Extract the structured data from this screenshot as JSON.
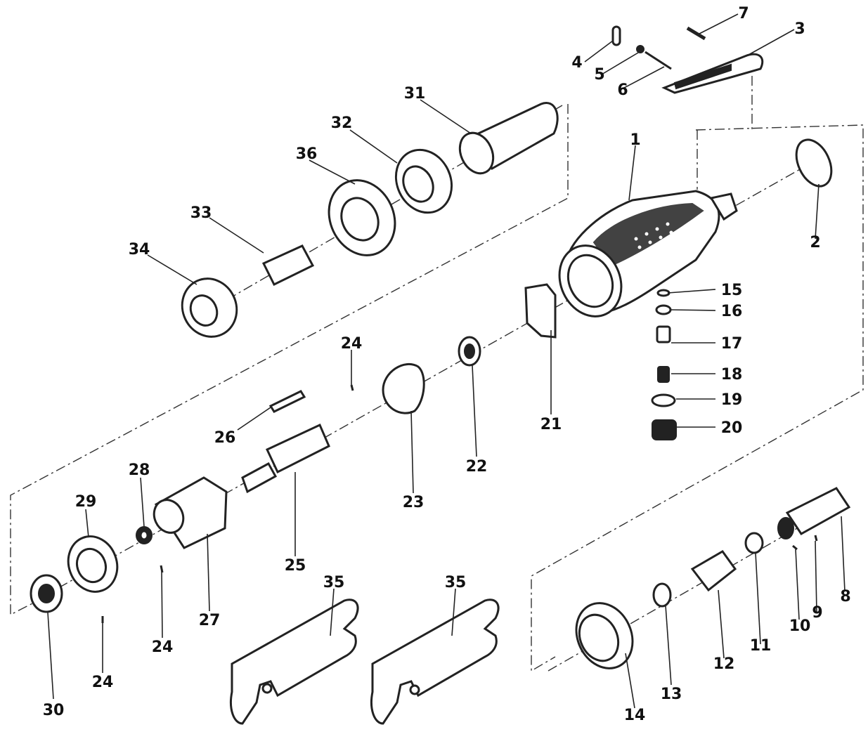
{
  "callouts": [
    {
      "id": "c1",
      "text": "1"
    },
    {
      "id": "c2",
      "text": "2"
    },
    {
      "id": "c3",
      "text": "3"
    },
    {
      "id": "c4",
      "text": "4"
    },
    {
      "id": "c5",
      "text": "5"
    },
    {
      "id": "c6",
      "text": "6"
    },
    {
      "id": "c7",
      "text": "7"
    },
    {
      "id": "c8",
      "text": "8"
    },
    {
      "id": "c9",
      "text": "9"
    },
    {
      "id": "c10",
      "text": "10"
    },
    {
      "id": "c11",
      "text": "11"
    },
    {
      "id": "c12",
      "text": "12"
    },
    {
      "id": "c13",
      "text": "13"
    },
    {
      "id": "c14",
      "text": "14"
    },
    {
      "id": "c15",
      "text": "15"
    },
    {
      "id": "c16",
      "text": "16"
    },
    {
      "id": "c17",
      "text": "17"
    },
    {
      "id": "c18",
      "text": "18"
    },
    {
      "id": "c19",
      "text": "19"
    },
    {
      "id": "c20",
      "text": "20"
    },
    {
      "id": "c21",
      "text": "21"
    },
    {
      "id": "c22",
      "text": "22"
    },
    {
      "id": "c23",
      "text": "23"
    },
    {
      "id": "c24a",
      "text": "24"
    },
    {
      "id": "c24b",
      "text": "24"
    },
    {
      "id": "c24c",
      "text": "24"
    },
    {
      "id": "c25",
      "text": "25"
    },
    {
      "id": "c26",
      "text": "26"
    },
    {
      "id": "c27",
      "text": "27"
    },
    {
      "id": "c28",
      "text": "28"
    },
    {
      "id": "c29",
      "text": "29"
    },
    {
      "id": "c30",
      "text": "30"
    },
    {
      "id": "c31",
      "text": "31"
    },
    {
      "id": "c32",
      "text": "32"
    },
    {
      "id": "c33",
      "text": "33"
    },
    {
      "id": "c34",
      "text": "34"
    },
    {
      "id": "c35a",
      "text": "35"
    },
    {
      "id": "c35b",
      "text": "35"
    },
    {
      "id": "c36",
      "text": "36"
    }
  ]
}
